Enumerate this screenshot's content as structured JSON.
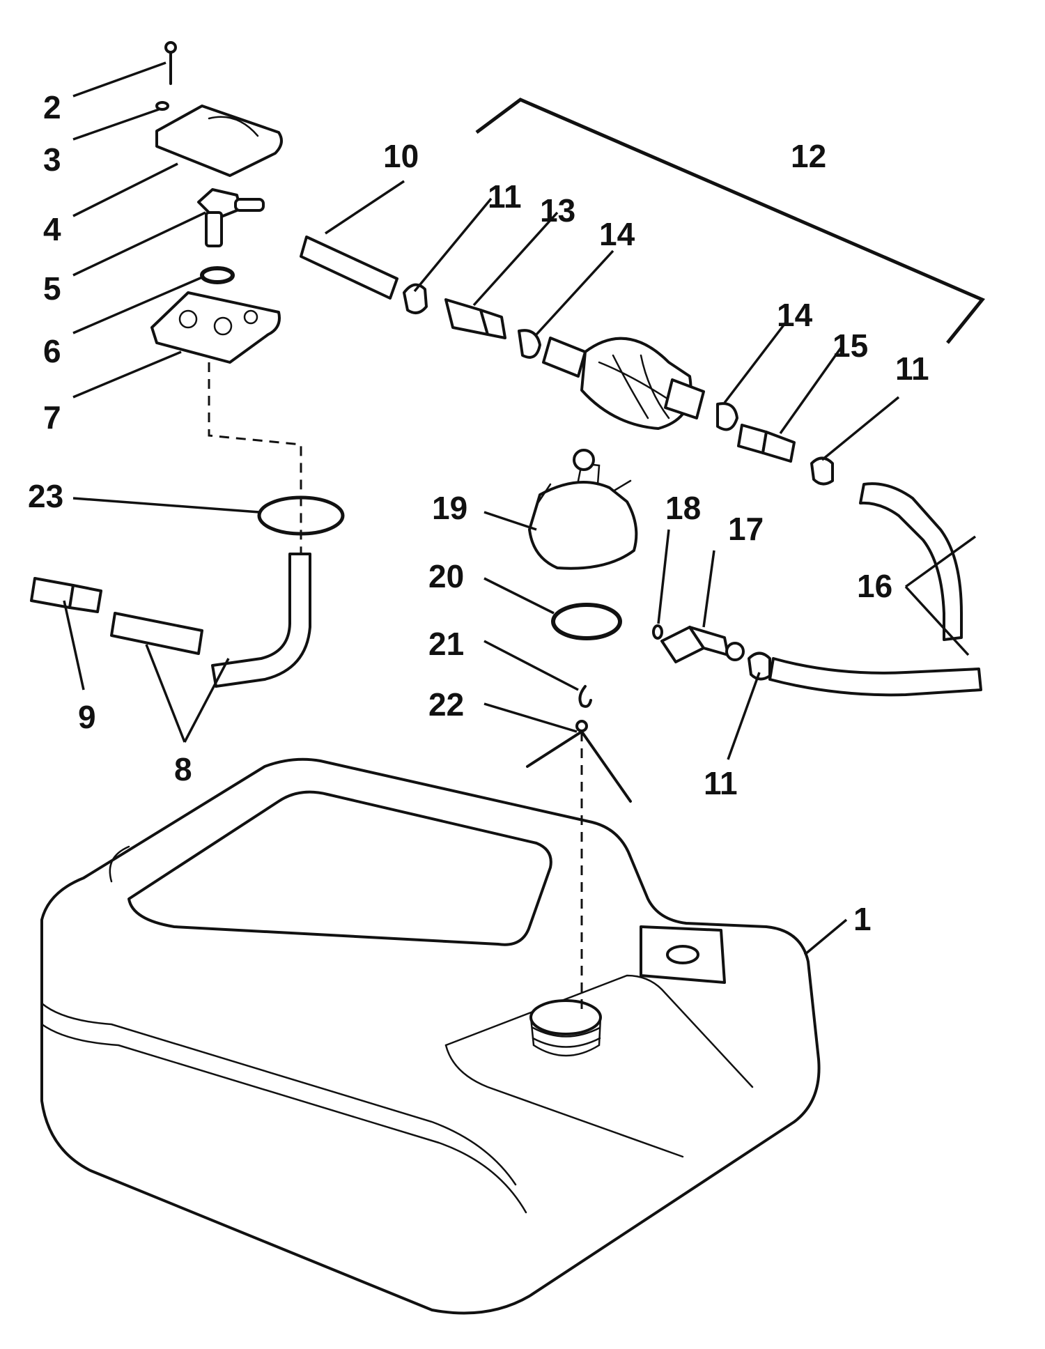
{
  "callouts": {
    "c1": "1",
    "c2": "2",
    "c3": "3",
    "c4": "4",
    "c5": "5",
    "c6": "6",
    "c7": "7",
    "c8": "8",
    "c9": "9",
    "c10": "10",
    "c11a": "11",
    "c11b": "11",
    "c11c": "11",
    "c12": "12",
    "c13": "13",
    "c14a": "14",
    "c14b": "14",
    "c15": "15",
    "c16": "16",
    "c17": "17",
    "c18": "18",
    "c19": "19",
    "c20": "20",
    "c21": "21",
    "c22": "22",
    "c23": "23"
  }
}
